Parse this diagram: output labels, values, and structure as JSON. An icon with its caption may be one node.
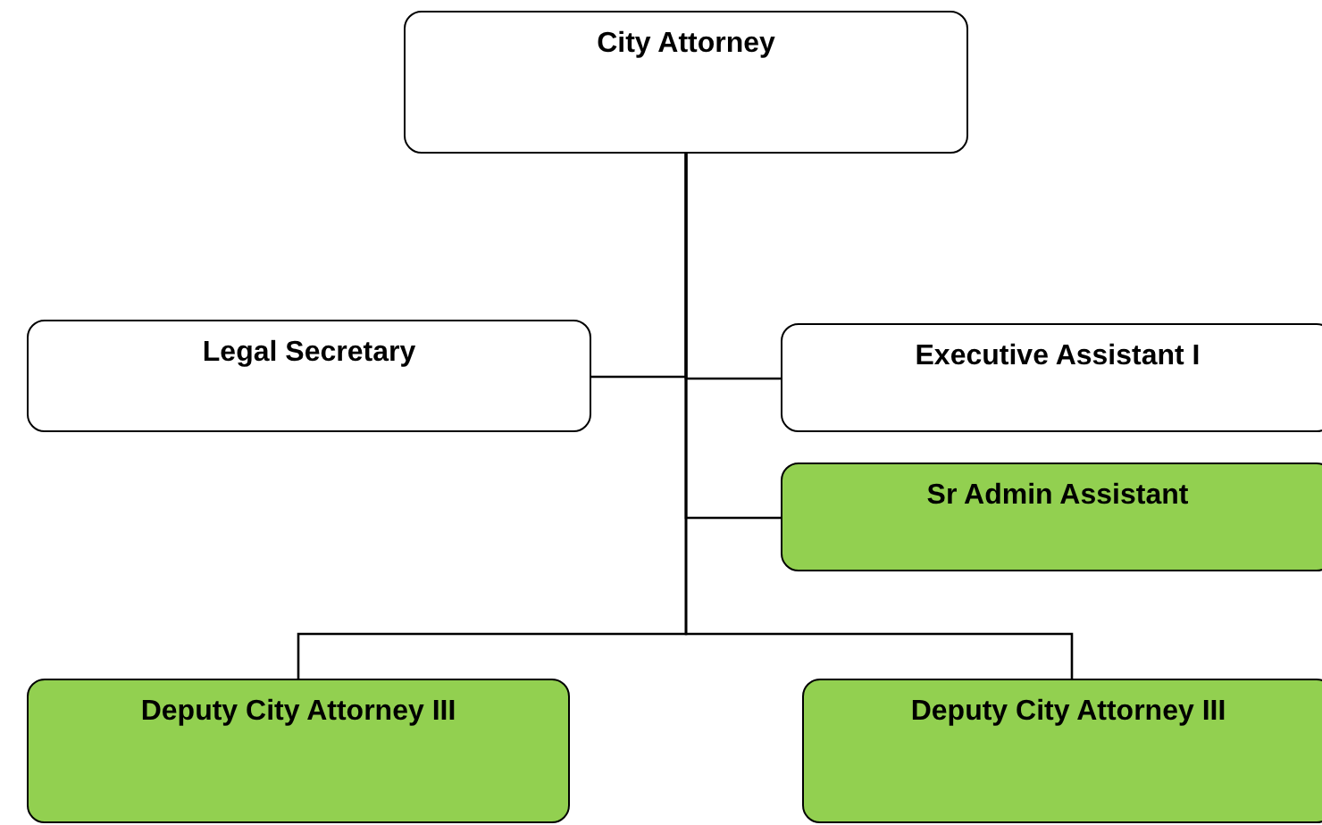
{
  "diagram": {
    "nodes": [
      {
        "text": [
          "City Attorney"
        ]
      },
      {
        "text": [
          "Legal Secretary"
        ]
      },
      {
        "text": [
          "Executive Assistant I"
        ]
      },
      {
        "text": [
          "Sr Admin Assistant"
        ]
      },
      {
        "text": [
          "Deputy City Attorney III"
        ]
      },
      {
        "text": [
          "Deputy City Attorney III"
        ]
      }
    ],
    "edges": [
      {
        "from": 0,
        "to": 1,
        "arrow": "none"
      },
      {
        "from": 0,
        "to": 2,
        "arrow": "none"
      },
      {
        "from": 0,
        "to": 3,
        "arrow": "none"
      },
      {
        "from": 0,
        "to": 4,
        "arrow": "none"
      },
      {
        "from": 0,
        "to": 5,
        "arrow": "none"
      }
    ]
  }
}
